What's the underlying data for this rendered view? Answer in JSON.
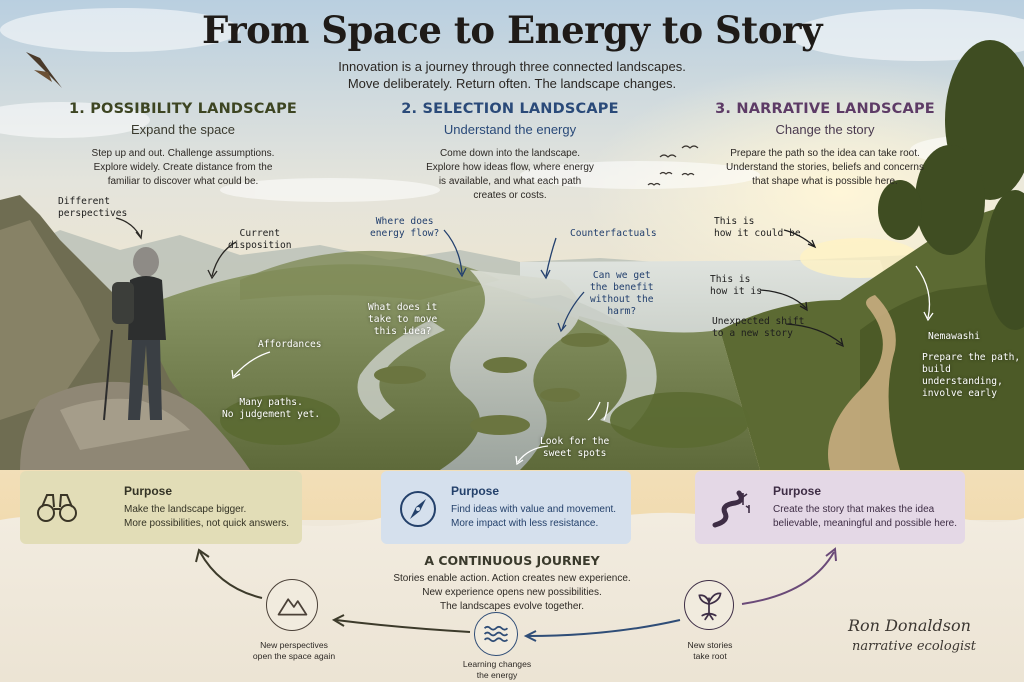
{
  "header": {
    "title": "From Space to Energy to Story",
    "subtitle_line1": "Innovation is a journey through three connected landscapes.",
    "subtitle_line2": "Move deliberately. Return often. The landscape changes."
  },
  "landscapes": [
    {
      "heading": "1. POSSIBILITY LANDSCAPE",
      "subheading": "Expand the space",
      "desc": [
        "Step up and out. Challenge assumptions.",
        "Explore widely. Create distance from the",
        "familiar to discover what could be."
      ],
      "color": "#3d4522"
    },
    {
      "heading": "2. SELECTION LANDSCAPE",
      "subheading": "Understand the energy",
      "desc": [
        "Come down into the landscape.",
        "Explore how ideas flow, where energy",
        "is available, and what each path",
        "creates or costs."
      ],
      "color": "#2a4a79"
    },
    {
      "heading": "3. NARRATIVE LANDSCAPE",
      "subheading": "Change the story",
      "desc": [
        "Prepare the path so the idea can take root.",
        "Understand the stories, beliefs and concerns",
        "that shape what is possible here."
      ],
      "color": "#5d3b66"
    }
  ],
  "annotations": {
    "different_perspectives": [
      "Different",
      "perspectives"
    ],
    "current_disposition": [
      "Current",
      "disposition"
    ],
    "affordances": [
      "Affordances"
    ],
    "many_paths": [
      "Many paths.",
      "No judgement yet."
    ],
    "where_energy": [
      "Where does",
      "energy flow?"
    ],
    "what_does_it_take": [
      "What does it",
      "take to move",
      "this idea?"
    ],
    "counterfactuals": [
      "Counterfactuals"
    ],
    "benefit_without_harm": [
      "Can we get",
      "the benefit",
      "without the",
      "harm?"
    ],
    "sweet_spots": [
      "Look for the",
      "sweet spots"
    ],
    "how_it_could_be": [
      "This is",
      "how it could be"
    ],
    "how_it_is": [
      "This is",
      "how it is"
    ],
    "unexpected_shift": [
      "Unexpected shift",
      "to a new story"
    ],
    "nemawashi_title": [
      "Nemawashi"
    ],
    "nemawashi_desc": [
      "Prepare the path,",
      "build understanding,",
      "involve early"
    ]
  },
  "purpose_cards": [
    {
      "title": "Purpose",
      "text": [
        "Make the landscape bigger.",
        "More possibilities, not quick answers."
      ],
      "icon": "binoculars-icon",
      "bg": "#e2ddb7"
    },
    {
      "title": "Purpose",
      "text": [
        "Find ideas with value and movement.",
        "More impact with less resistance."
      ],
      "icon": "compass-icon",
      "bg": "#d5e0ed"
    },
    {
      "title": "Purpose",
      "text": [
        "Create the story that makes the idea",
        "believable, meaningful and possible here."
      ],
      "icon": "winding-path-icon",
      "bg": "#e4d8e6"
    }
  ],
  "journey": {
    "title": "A CONTINUOUS JOURNEY",
    "desc": [
      "Stories enable action. Action creates new experience.",
      "New experience opens new possibilities.",
      "The landscapes evolve together."
    ],
    "steps": [
      {
        "label": [
          "New perspectives",
          "open the space again"
        ],
        "icon": "mountains-icon"
      },
      {
        "label": [
          "Learning changes",
          "the energy"
        ],
        "icon": "waves-icon"
      },
      {
        "label": [
          "New stories",
          "take root"
        ],
        "icon": "sprout-icon"
      }
    ]
  },
  "signature": {
    "name": "Ron Donaldson",
    "role": "narrative ecologist"
  }
}
